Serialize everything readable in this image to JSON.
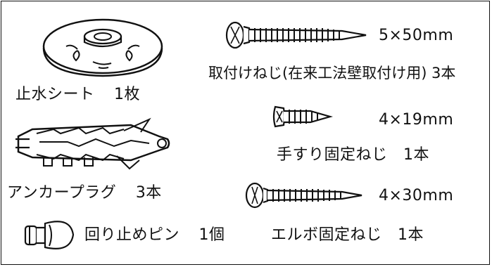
{
  "parts": [
    {
      "name": "止水シート",
      "qty": "1枚"
    },
    {
      "name": "アンカープラグ",
      "qty": "3本"
    },
    {
      "name": "回り止めピン",
      "qty": "1個"
    }
  ],
  "screws": [
    {
      "size": "5×50mm",
      "desc": "取付けねじ(在来工法壁取付け用) 3本"
    },
    {
      "size": "4×19mm",
      "desc": "手すり固定ねじ　1本"
    },
    {
      "size": "4×30mm",
      "desc": "エルボ固定ねじ　1本"
    }
  ]
}
